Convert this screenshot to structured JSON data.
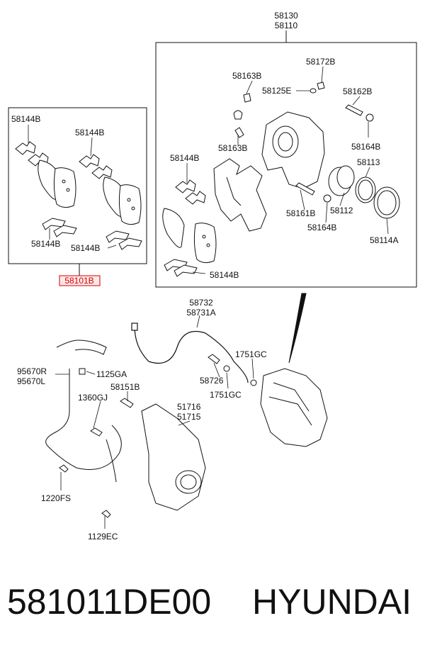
{
  "callouts": {
    "caliper_assy": [
      "58130",
      "58110"
    ],
    "pad_kit": "58101B",
    "pad_shim": "58144B",
    "guide_rod_boot": "58163B",
    "bleeder_screw": "58172B",
    "bleeder_cap": "58125E",
    "guide_rod_bolt": "58162B",
    "guide_bushing": "58164B",
    "piston": "58113",
    "piston_seal": "58112",
    "dust_boot": "58114A",
    "guide_rod_lower": "58161B",
    "guide_bushing_lower": "58164B",
    "brake_hose": [
      "58732",
      "58731A"
    ],
    "speed_sensor": [
      "95670R",
      "95670L"
    ],
    "sensor_clip": "1125GA",
    "caliper_bolt": "58151B",
    "bolt_1360": "1360GJ",
    "knuckle": [
      "51716",
      "51715"
    ],
    "hose_bolt": "58726",
    "gasket_top": "1751GC",
    "gasket_bottom": "1751GC",
    "bolt_1220": "1220FS",
    "bolt_1129": "1129EC"
  },
  "footer": {
    "part_number": "581011DE00",
    "brand": "HYUNDAI"
  },
  "colors": {
    "line": "#111111",
    "highlight": "#d40000",
    "highlight_fill": "#fde8e8"
  }
}
